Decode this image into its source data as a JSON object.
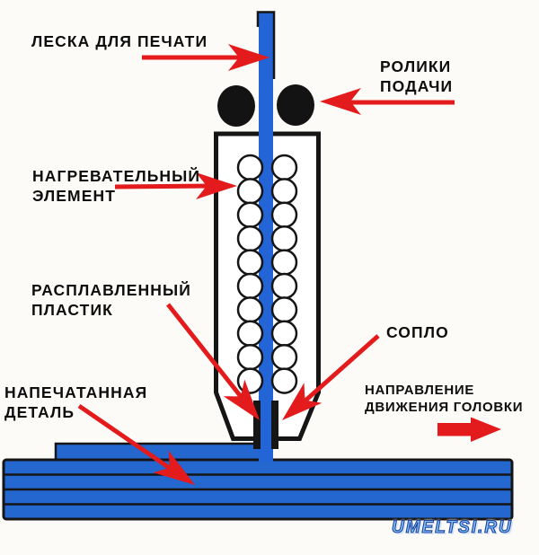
{
  "labels": {
    "filament": "ЛЕСКА ДЛЯ ПЕЧАТИ",
    "rollers_1": "РОЛИКИ",
    "rollers_2": "ПОДАЧИ",
    "heater_1": "НАГРЕВАТЕЛЬНЫЙ",
    "heater_2": "ЭЛЕМЕНТ",
    "molten_1": "РАСПЛАВЛЕННЫЙ",
    "molten_2": "ПЛАСТИК",
    "nozzle": "СОПЛО",
    "printed_1": "НАПЕЧАТАННАЯ",
    "printed_2": "ДЕТАЛЬ",
    "direction_1": "НАПРАВЛЕНИЕ",
    "direction_2": "ДВИЖЕНИЯ ГОЛОВКИ"
  },
  "watermark": "UMELTSI.RU",
  "colors": {
    "filament_blue": "#2365d6",
    "part_blue": "#2467cf",
    "arrow_red": "#e31b1c",
    "outline_black": "#151515",
    "watermark_fill": "#85c3f8",
    "watermark_outline": "#1d41a0"
  }
}
